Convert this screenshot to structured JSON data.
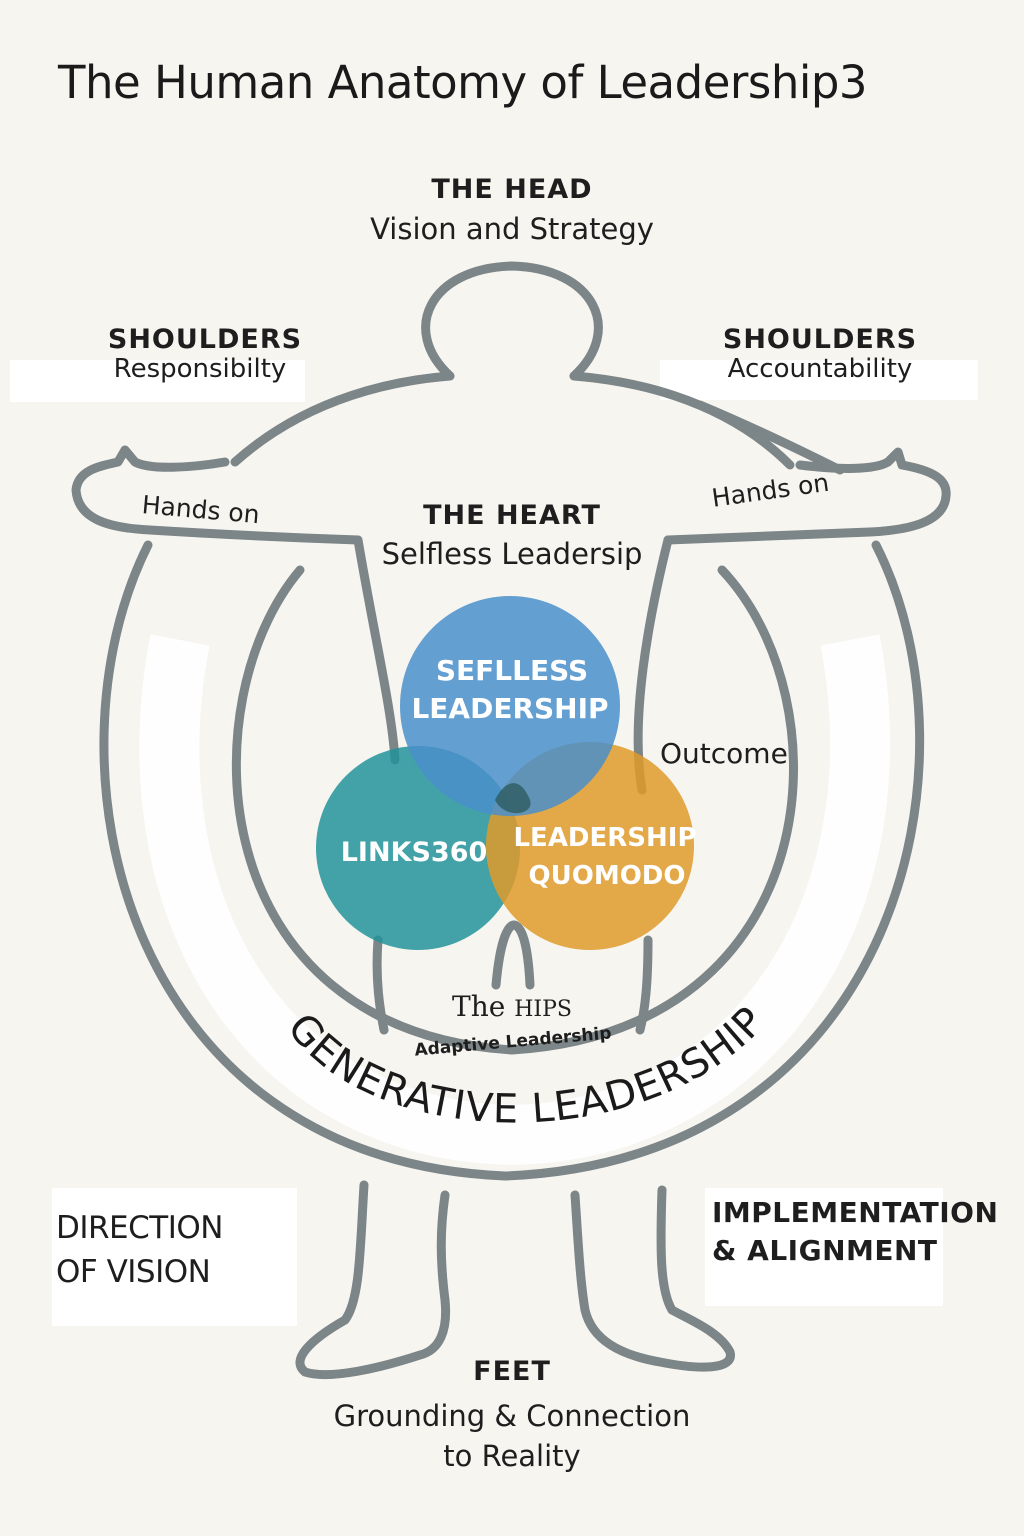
{
  "title": "The Human Anatomy of Leadership3",
  "head": {
    "title": "THE HEAD",
    "subtitle": "Vision and Strategy"
  },
  "shoulders_left": {
    "title": "SHOULDERS",
    "subtitle": "Responsibilty"
  },
  "shoulders_right": {
    "title": "SHOULDERS",
    "subtitle": "Accountability"
  },
  "hands_left": "Hands on",
  "hands_right": "Hands on",
  "heart": {
    "title": "THE HEART",
    "subtitle": "Selfless Leadersip"
  },
  "venn": {
    "top": {
      "line1": "SEFLLESS",
      "line2": "LEADERSHIP",
      "color": "#4a8fcb"
    },
    "left": {
      "label": "LINKS360",
      "color": "#22939a"
    },
    "right": {
      "line1": "LEADERSHIP",
      "line2": "QUOMODO",
      "color": "#df9a2a"
    }
  },
  "outcome": "Outcome",
  "hips": {
    "title_prefix": "The ",
    "title_suffix": "HIPS",
    "subtitle": "Adaptive Leadership"
  },
  "arc_label": "GENERATIVE LEADERSHIP",
  "direction": {
    "line1": "DIRECTION",
    "line2": "OF VISION"
  },
  "implementation": {
    "line1": "IMPLEMENTATION",
    "line2": "& ALIGNMENT"
  },
  "feet": {
    "title": "FEET",
    "line1": "Grounding & Connection",
    "line2": "to Reality"
  },
  "colors": {
    "outline": "#7c8588",
    "background": "#f7f5f0",
    "text": "#1e1e1e"
  }
}
